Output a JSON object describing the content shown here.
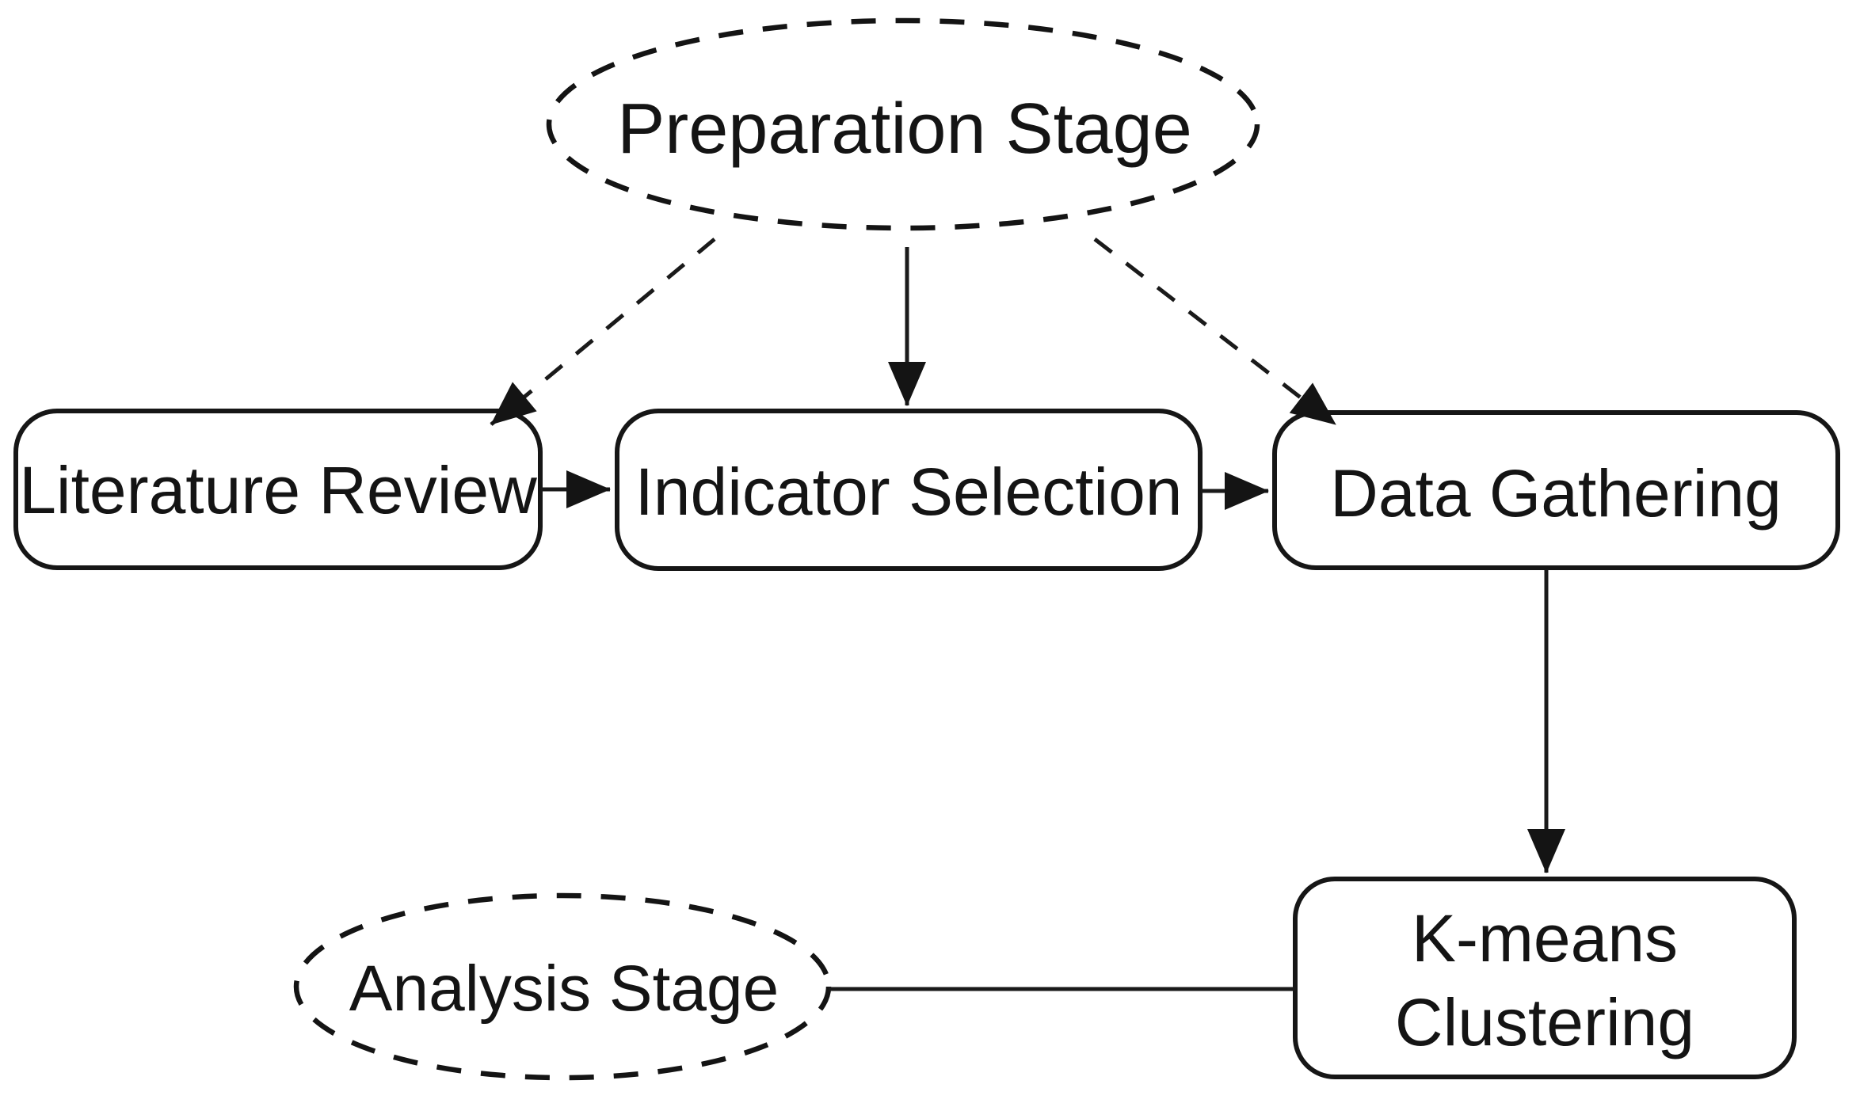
{
  "diagram": {
    "title": "K-means clustering methodology flowchart",
    "background_color": "#ffffff",
    "stroke_color": "#161616",
    "text_color": "#141414",
    "nodes": {
      "preparation_stage": {
        "label": "Preparation Stage",
        "shape": "dashed-ellipse"
      },
      "literature_review": {
        "label": "Literature Review",
        "shape": "rounded-rect"
      },
      "indicator_selection": {
        "label": "Indicator Selection",
        "shape": "rounded-rect"
      },
      "data_gathering": {
        "label": "Data Gathering",
        "shape": "rounded-rect"
      },
      "analysis_stage": {
        "label": "Analysis Stage",
        "shape": "dashed-ellipse"
      },
      "kmeans_clustering": {
        "label_line1": "K-means",
        "label_line2": "Clustering",
        "shape": "rounded-rect"
      }
    },
    "edges": [
      {
        "from": "preparation_stage",
        "to": "literature_review",
        "style": "dashed",
        "arrowhead": true
      },
      {
        "from": "preparation_stage",
        "to": "indicator_selection",
        "style": "solid",
        "arrowhead": true
      },
      {
        "from": "preparation_stage",
        "to": "data_gathering",
        "style": "dashed",
        "arrowhead": true
      },
      {
        "from": "literature_review",
        "to": "indicator_selection",
        "style": "solid",
        "arrowhead": true
      },
      {
        "from": "indicator_selection",
        "to": "data_gathering",
        "style": "solid",
        "arrowhead": true
      },
      {
        "from": "data_gathering",
        "to": "kmeans_clustering",
        "style": "solid",
        "arrowhead": true
      },
      {
        "from": "analysis_stage",
        "to": "kmeans_clustering",
        "style": "solid",
        "arrowhead": false
      }
    ]
  }
}
